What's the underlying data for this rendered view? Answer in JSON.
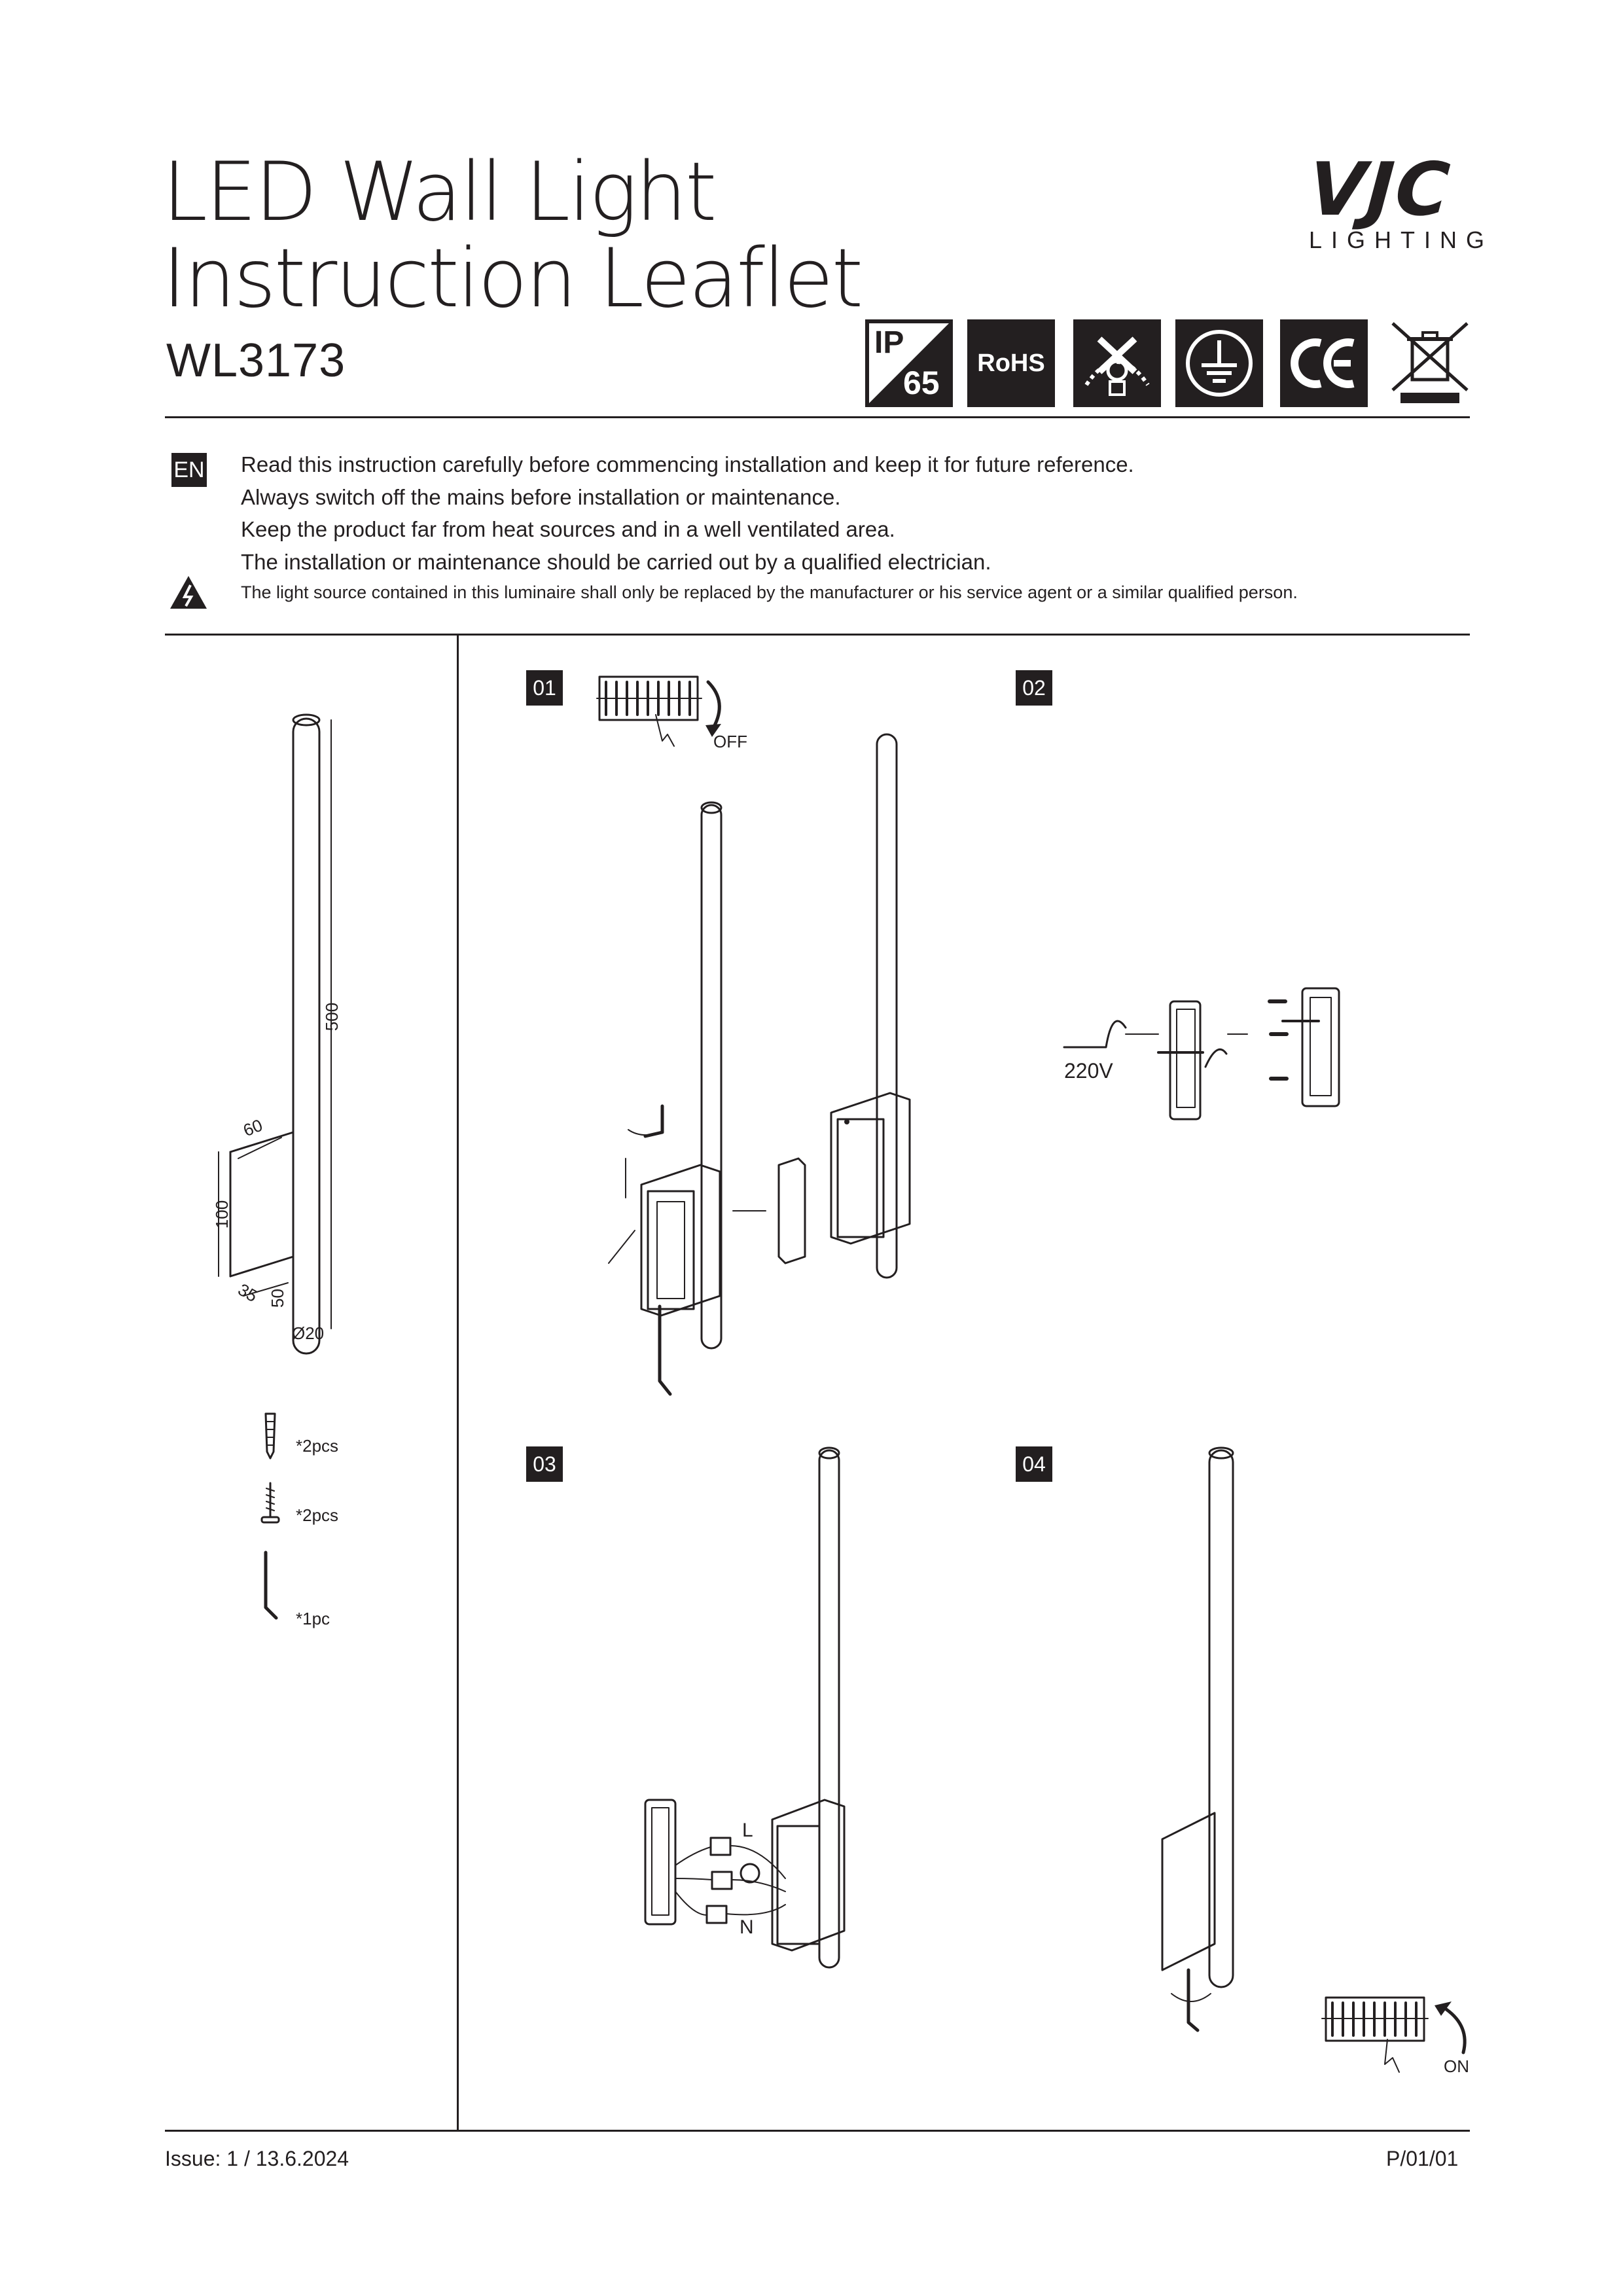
{
  "header": {
    "title_line1": "LED Wall Light",
    "title_line2": "Instruction Leaflet",
    "model": "WL3173",
    "brand": "VJC",
    "brand_sub": "LIGHTING",
    "ip_label": "IP",
    "ip_rating": "65",
    "rohs": "RoHS"
  },
  "certifications": [
    "ip65-icon",
    "rohs-icon",
    "indoor-outdoor-icon",
    "class-1-earth-icon",
    "ce-mark-icon",
    "weee-bin-icon"
  ],
  "language_badge": "EN",
  "instructions": [
    "Read this instruction carefully before commencing installation and keep it for future reference.",
    "Always switch off the mains before installation or maintenance.",
    "Keep the product far from heat sources and in a well ventilated area.",
    "The installation or maintenance should be carried out by a qualified electrician."
  ],
  "warning_note": "The light source contained in this luminaire shall only be replaced by the manufacturer or his service agent or a similar qualified person.",
  "dimensions": {
    "height": "500",
    "depth": "60",
    "bracket": "100",
    "width": "35",
    "offset": "50",
    "diameter": "Ø20"
  },
  "parts": [
    {
      "qty": "*2pcs"
    },
    {
      "qty": "*2pcs"
    },
    {
      "qty": "*1pc"
    }
  ],
  "steps": {
    "s1": "01",
    "s2": "02",
    "s3": "03",
    "s4": "04",
    "off": "OFF",
    "on": "ON",
    "voltage": "220V",
    "live": "L",
    "neutral": "N"
  },
  "footer": {
    "issue": "Issue: 1  /  13.6.2024",
    "page": "P/01/01"
  }
}
